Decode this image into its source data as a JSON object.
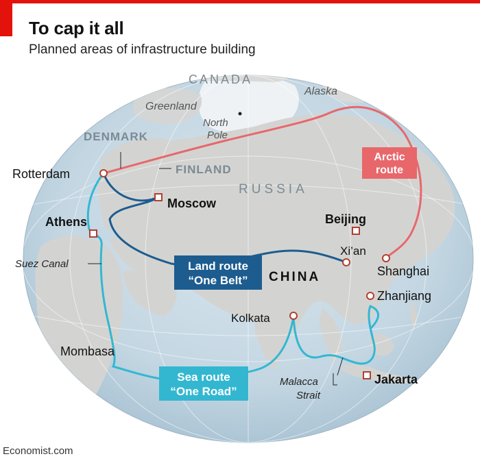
{
  "header": {
    "title": "To cap it all",
    "subtitle": "Planned areas of infrastructure building"
  },
  "footer": {
    "source": "Economist.com"
  },
  "colors": {
    "arctic_route": "#e8676b",
    "land_route": "#1d5c8f",
    "sea_route": "#33b7d1",
    "accent": "#e3120b"
  },
  "map": {
    "countries": {
      "canada": "CANADA",
      "denmark": "DENMARK",
      "finland": "FINLAND",
      "russia": "RUSSIA",
      "china": "CHINA"
    },
    "regions": {
      "greenland": "Greenland",
      "alaska": "Alaska",
      "north_pole_1": "North",
      "north_pole_2": "Pole",
      "suez": "Suez Canal",
      "malacca_1": "Malacca",
      "malacca_2": "Strait"
    },
    "cities": {
      "rotterdam": "Rotterdam",
      "moscow": "Moscow",
      "athens": "Athens",
      "beijing": "Beijing",
      "xian": "Xi’an",
      "shanghai": "Shanghai",
      "zhanjiang": "Zhanjiang",
      "kolkata": "Kolkata",
      "mombasa": "Mombasa",
      "jakarta": "Jakarta"
    },
    "routes": {
      "arctic": {
        "line1": "Arctic",
        "line2": "route"
      },
      "land": {
        "line1": "Land route",
        "line2": "“One Belt”"
      },
      "sea": {
        "line1": "Sea route",
        "line2": "“One Road”"
      }
    }
  }
}
